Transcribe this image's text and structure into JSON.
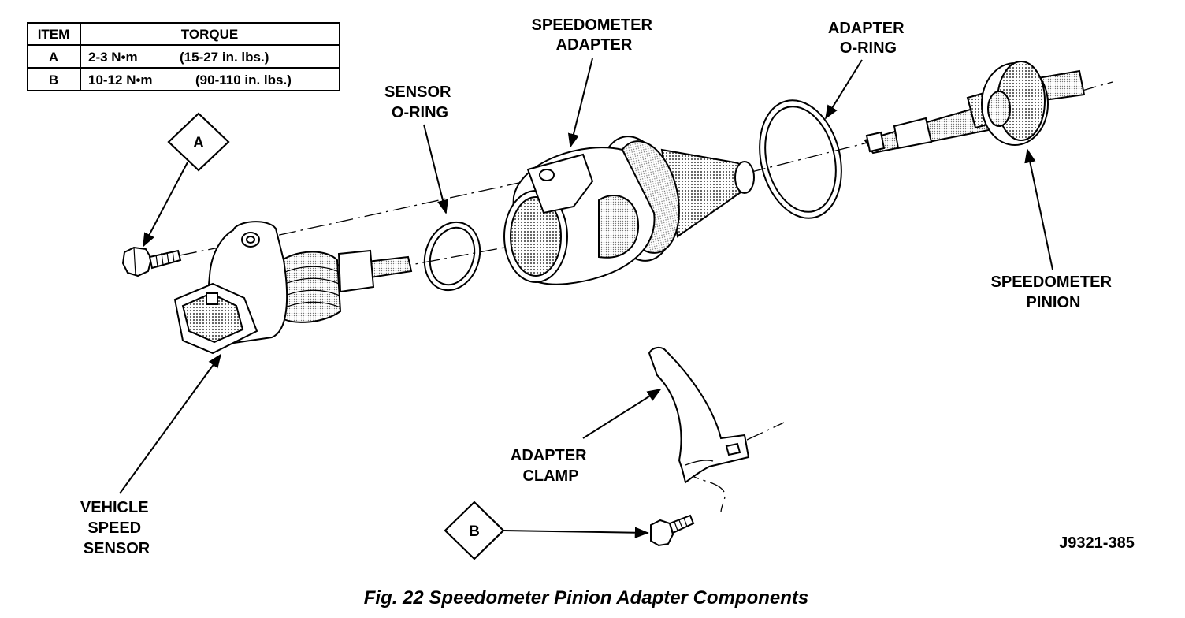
{
  "torque_table": {
    "headers": [
      "ITEM",
      "TORQUE"
    ],
    "rows": [
      {
        "item": "A",
        "value": "2-3 N•m",
        "imperial": "(15-27 in. lbs.)"
      },
      {
        "item": "B",
        "value": "10-12 N•m",
        "imperial": "(90-110 in. lbs.)"
      }
    ]
  },
  "callouts": {
    "speedometer_adapter": [
      "SPEEDOMETER",
      "ADAPTER"
    ],
    "adapter_oring": [
      "ADAPTER",
      "O-RING"
    ],
    "sensor_oring": [
      "SENSOR",
      "O-RING"
    ],
    "speedometer_pinion": [
      "SPEEDOMETER",
      "PINION"
    ],
    "adapter_clamp": [
      "ADAPTER",
      "CLAMP"
    ],
    "vehicle_speed_sensor": [
      "VEHICLE",
      "SPEED",
      "SENSOR"
    ]
  },
  "markers": {
    "a": "A",
    "b": "B"
  },
  "reference_code": "J9321-385",
  "caption": "Fig. 22 Speedometer Pinion Adapter Components"
}
